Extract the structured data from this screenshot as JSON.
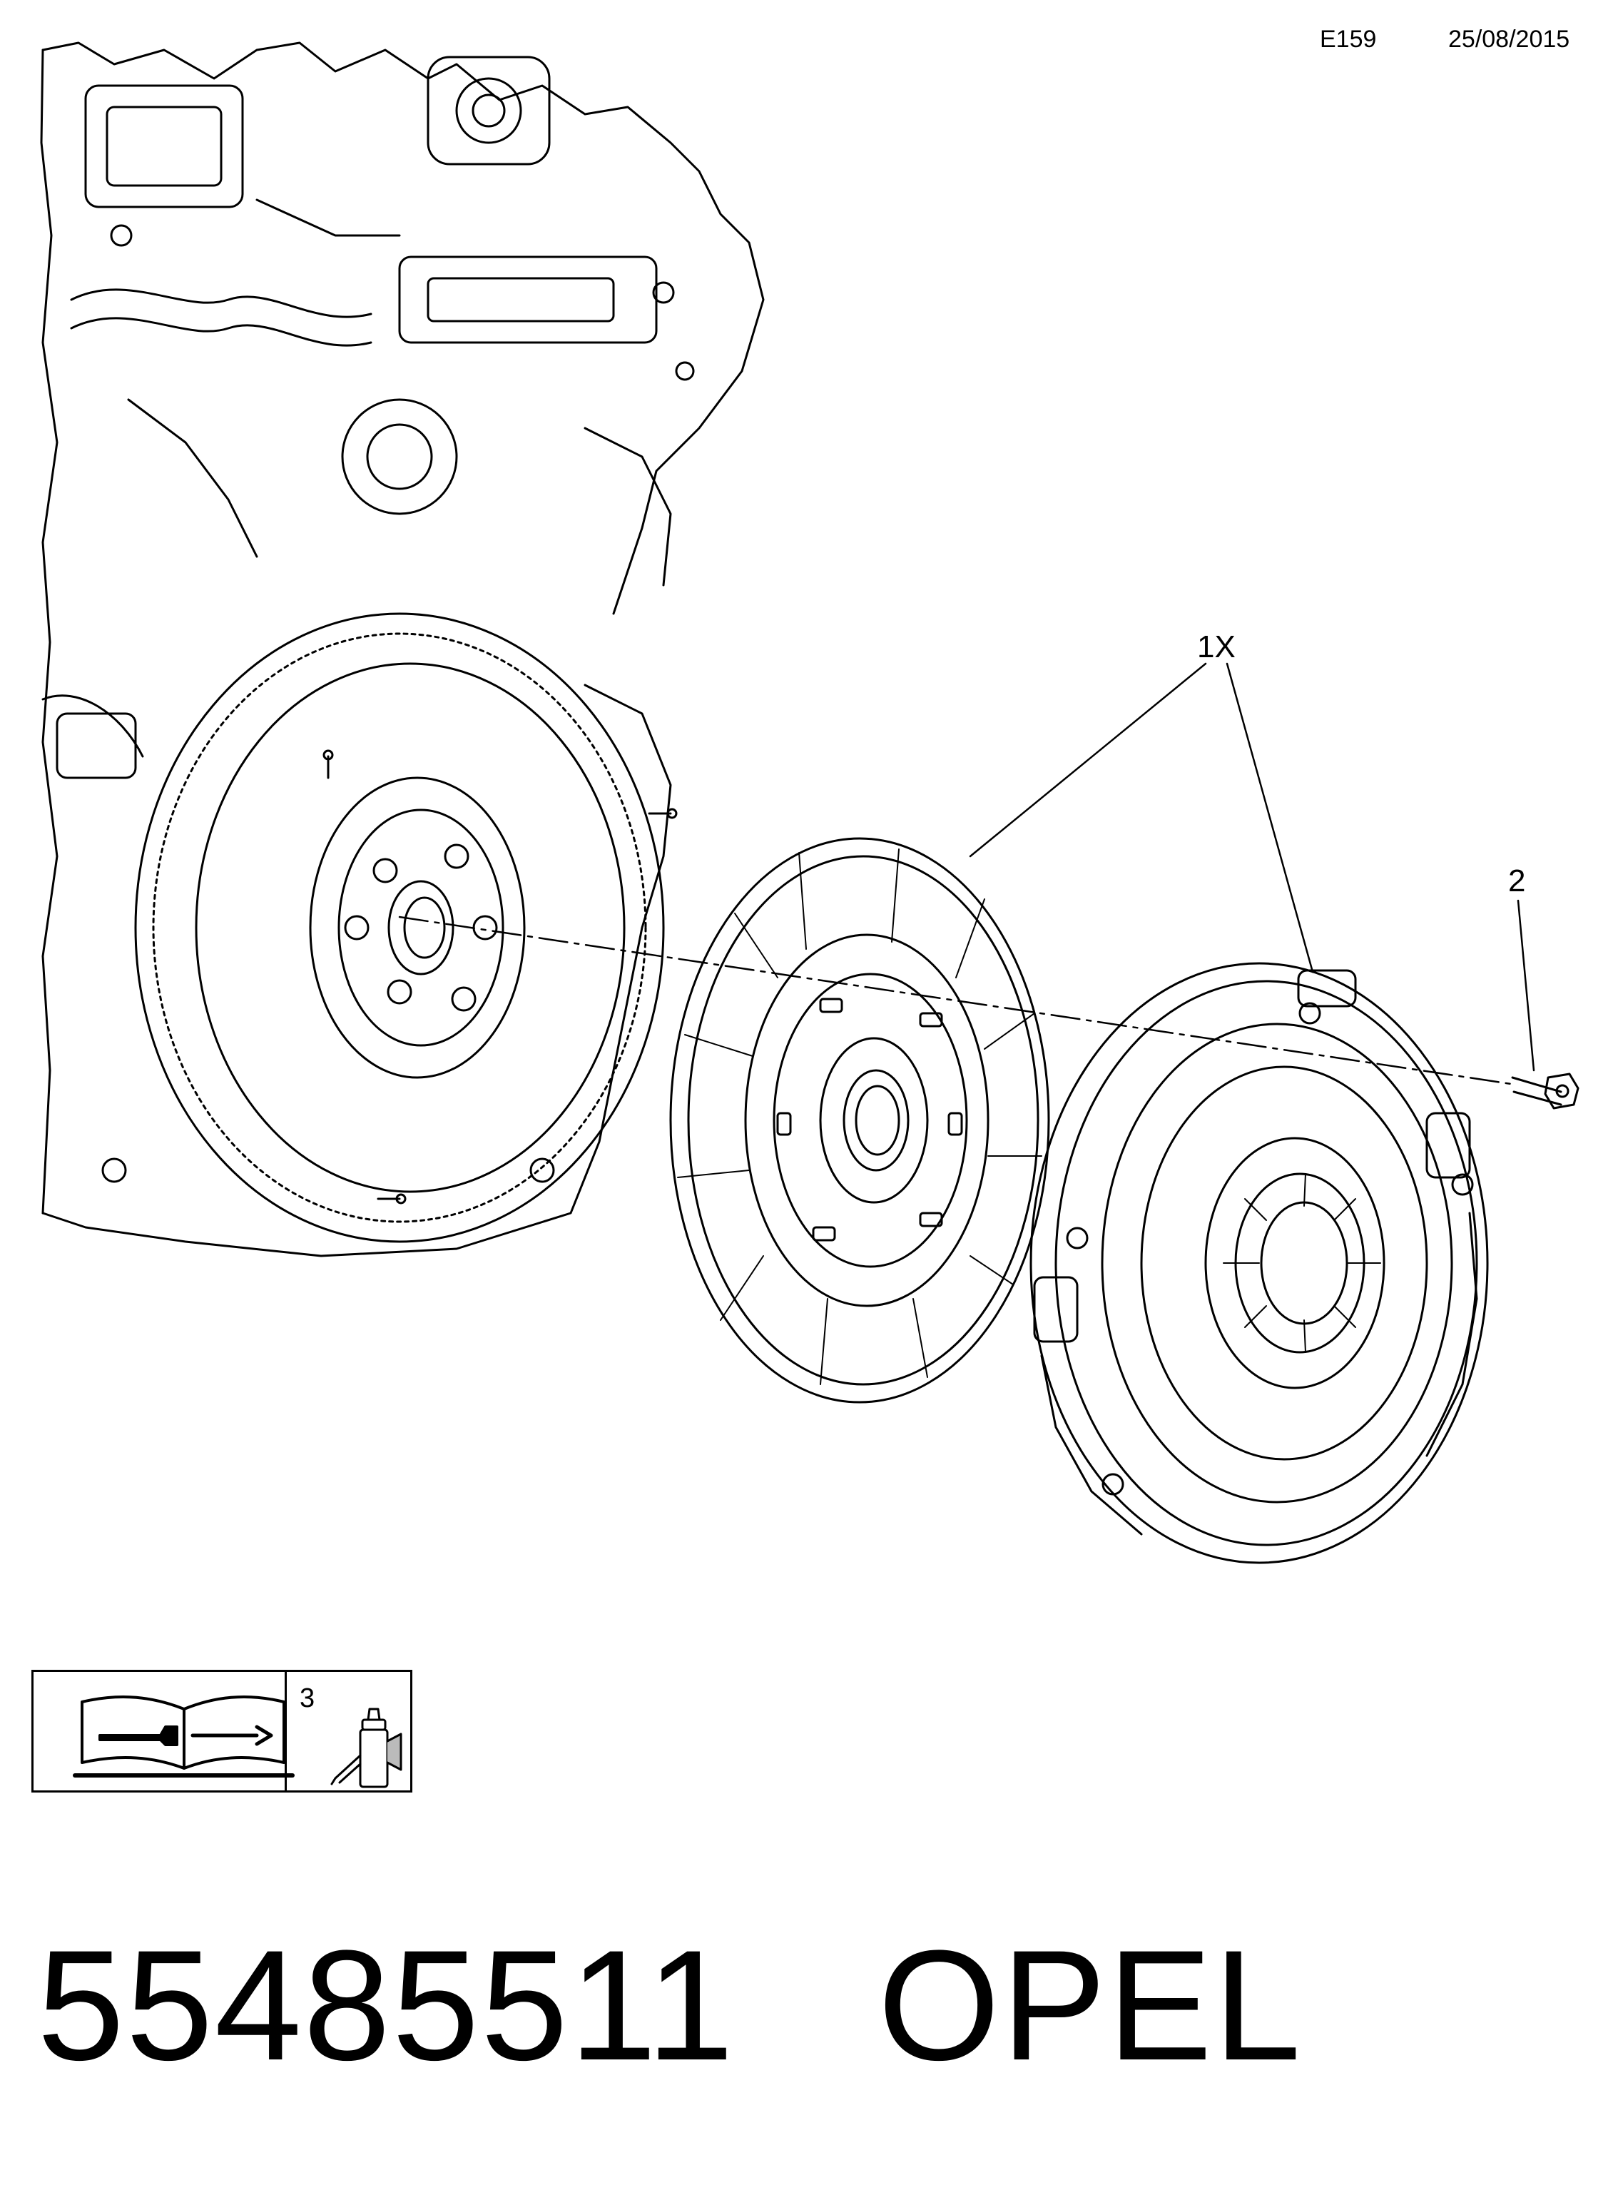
{
  "header": {
    "code": "E159",
    "date": "25/08/2015"
  },
  "callouts": {
    "item1": "1X",
    "item2": "2",
    "item3": "3"
  },
  "legend": {
    "icons": [
      "repair-manual-icon",
      "sealant-bottle-icon"
    ]
  },
  "footer": {
    "part_number": "55485511",
    "brand": "OPEL"
  },
  "colors": {
    "line": "#000000",
    "highlight_fill": "#f4b6b9",
    "highlight_border": "#e05a5f"
  }
}
